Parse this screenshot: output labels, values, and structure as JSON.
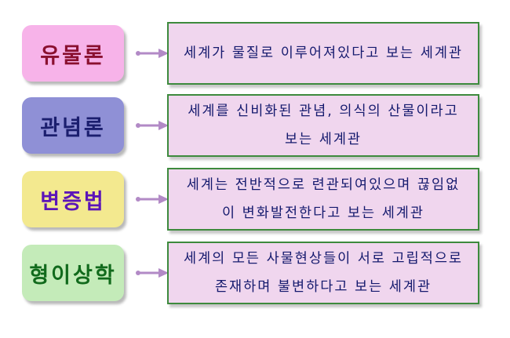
{
  "rows": [
    {
      "term": "유물론",
      "description": "세계가 물질로 이루어져있다고 보는 세계관",
      "term_bg": "#f7b3e9",
      "term_color": "#8a1030"
    },
    {
      "term": "관념론",
      "description": "세계를 신비화된 관념, 의식의 산물이라고 보는 세계관",
      "term_bg": "#8f90d6",
      "term_color": "#1b1e6e"
    },
    {
      "term": "변증법",
      "description": "세계는 전반적으로 련관되여있으며 끊임없이 변화발전한다고 보는 세계관",
      "term_bg": "#f3e98f",
      "term_color": "#5b14b8"
    },
    {
      "term": "형이상학",
      "description": "세계의 모든 사물현상들이 서로 고립적으로 존재하며 불변하다고 보는 세계관",
      "term_bg": "#c4ebb9",
      "term_color": "#116a1c"
    }
  ],
  "colors": {
    "arrow": "#b28ac6",
    "box_border": "#3d8a3d",
    "box_fill": "#f0d6ee",
    "box_text": "#151a6e"
  }
}
